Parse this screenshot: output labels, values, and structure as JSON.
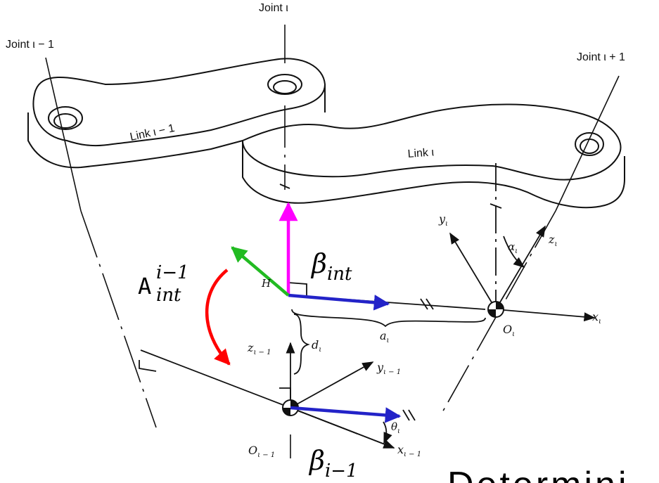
{
  "joints": {
    "prev": "Joint ι − 1",
    "curr": "Joint ι",
    "next": "Joint ι + 1"
  },
  "links": {
    "prev": "Link ι − 1",
    "curr": "Link ι"
  },
  "frames": {
    "z_i": "z",
    "y_i": "y",
    "x_i": "x",
    "O_i": "O",
    "z_im1": "z",
    "y_im1": "y",
    "x_im1": "x",
    "O_im1": "O",
    "sub_i": "ι",
    "sub_im1": "ι − 1"
  },
  "params": {
    "alpha": "α",
    "a": "a",
    "d": "d",
    "theta": "θ",
    "H": "H",
    "sub_i": "ι"
  },
  "overlay": {
    "beta_int": "β",
    "beta_int_sub": "int",
    "beta_im1": "β",
    "beta_im1_sub": "i−1",
    "A": "A",
    "A_sup": "i−1",
    "A_sub": "int",
    "bottom_text": "Determini"
  },
  "colors": {
    "magenta": "#ff00ff",
    "blue": "#2323c8",
    "green": "#22bb22",
    "red": "#ff0000",
    "ink": "#111111"
  }
}
